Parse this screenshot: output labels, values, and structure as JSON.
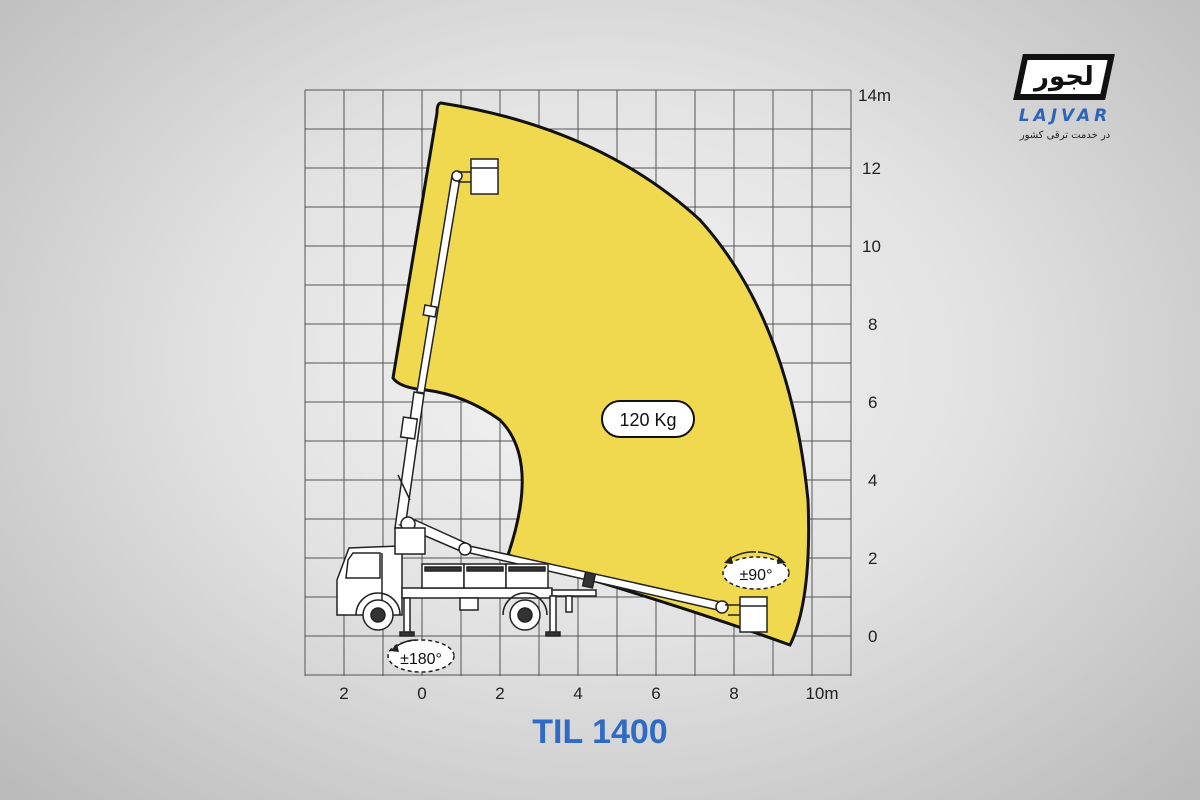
{
  "logo": {
    "mark_text": "لجور",
    "name": "LAJVAR",
    "tagline": "در خدمت ترقی کشور"
  },
  "diagram": {
    "title": "TIL 1400",
    "load_label": "120 Kg",
    "basket_rotation_label": "±90°",
    "turret_rotation_label": "±180°",
    "x_tick_labels": [
      "2",
      "0",
      "2",
      "4",
      "6",
      "8",
      "10m"
    ],
    "y_tick_labels": [
      "0",
      "2",
      "4",
      "6",
      "8",
      "10",
      "12",
      "14m"
    ],
    "colors": {
      "work_envelope": "#f0d84f",
      "title": "#2f6bc4",
      "logo_name": "#2d63b8"
    },
    "icons": [
      "truck-icon",
      "boom-arm-icon",
      "basket-icon",
      "rotation-arrow-icon"
    ]
  }
}
